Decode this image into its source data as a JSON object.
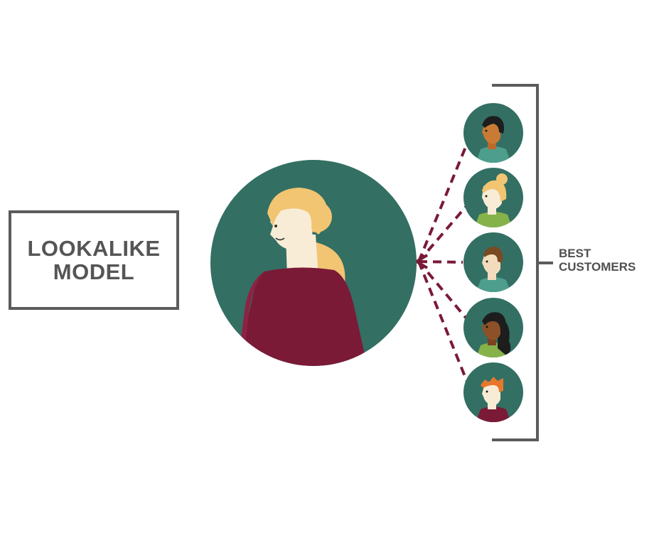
{
  "model_box": {
    "line1": "LOOKALIKE",
    "line2": "MODEL"
  },
  "best_customers_label": {
    "line1": "BEST",
    "line2": "CUSTOMERS"
  },
  "colors": {
    "circle_teal": "#336f63",
    "shirt_maroon": "#7a1a37",
    "dashed_line": "#7a1a37",
    "bracket_gray": "#5b5b5b",
    "text_gray": "#555555",
    "hair_blonde": "#f1c572",
    "skin_light": "#f8ecd6",
    "shirt_green": "#86b24a",
    "shirt_teal": "#4e9e8e"
  },
  "customers": [
    {
      "icon": "customer-1-icon",
      "hair": "black",
      "shirt": "teal"
    },
    {
      "icon": "customer-2-icon",
      "hair": "blonde-bun",
      "shirt": "green"
    },
    {
      "icon": "customer-3-icon",
      "hair": "brown",
      "shirt": "teal"
    },
    {
      "icon": "customer-4-icon",
      "hair": "black-long",
      "shirt": "green"
    },
    {
      "icon": "customer-5-icon",
      "hair": "orange",
      "shirt": "maroon"
    }
  ]
}
